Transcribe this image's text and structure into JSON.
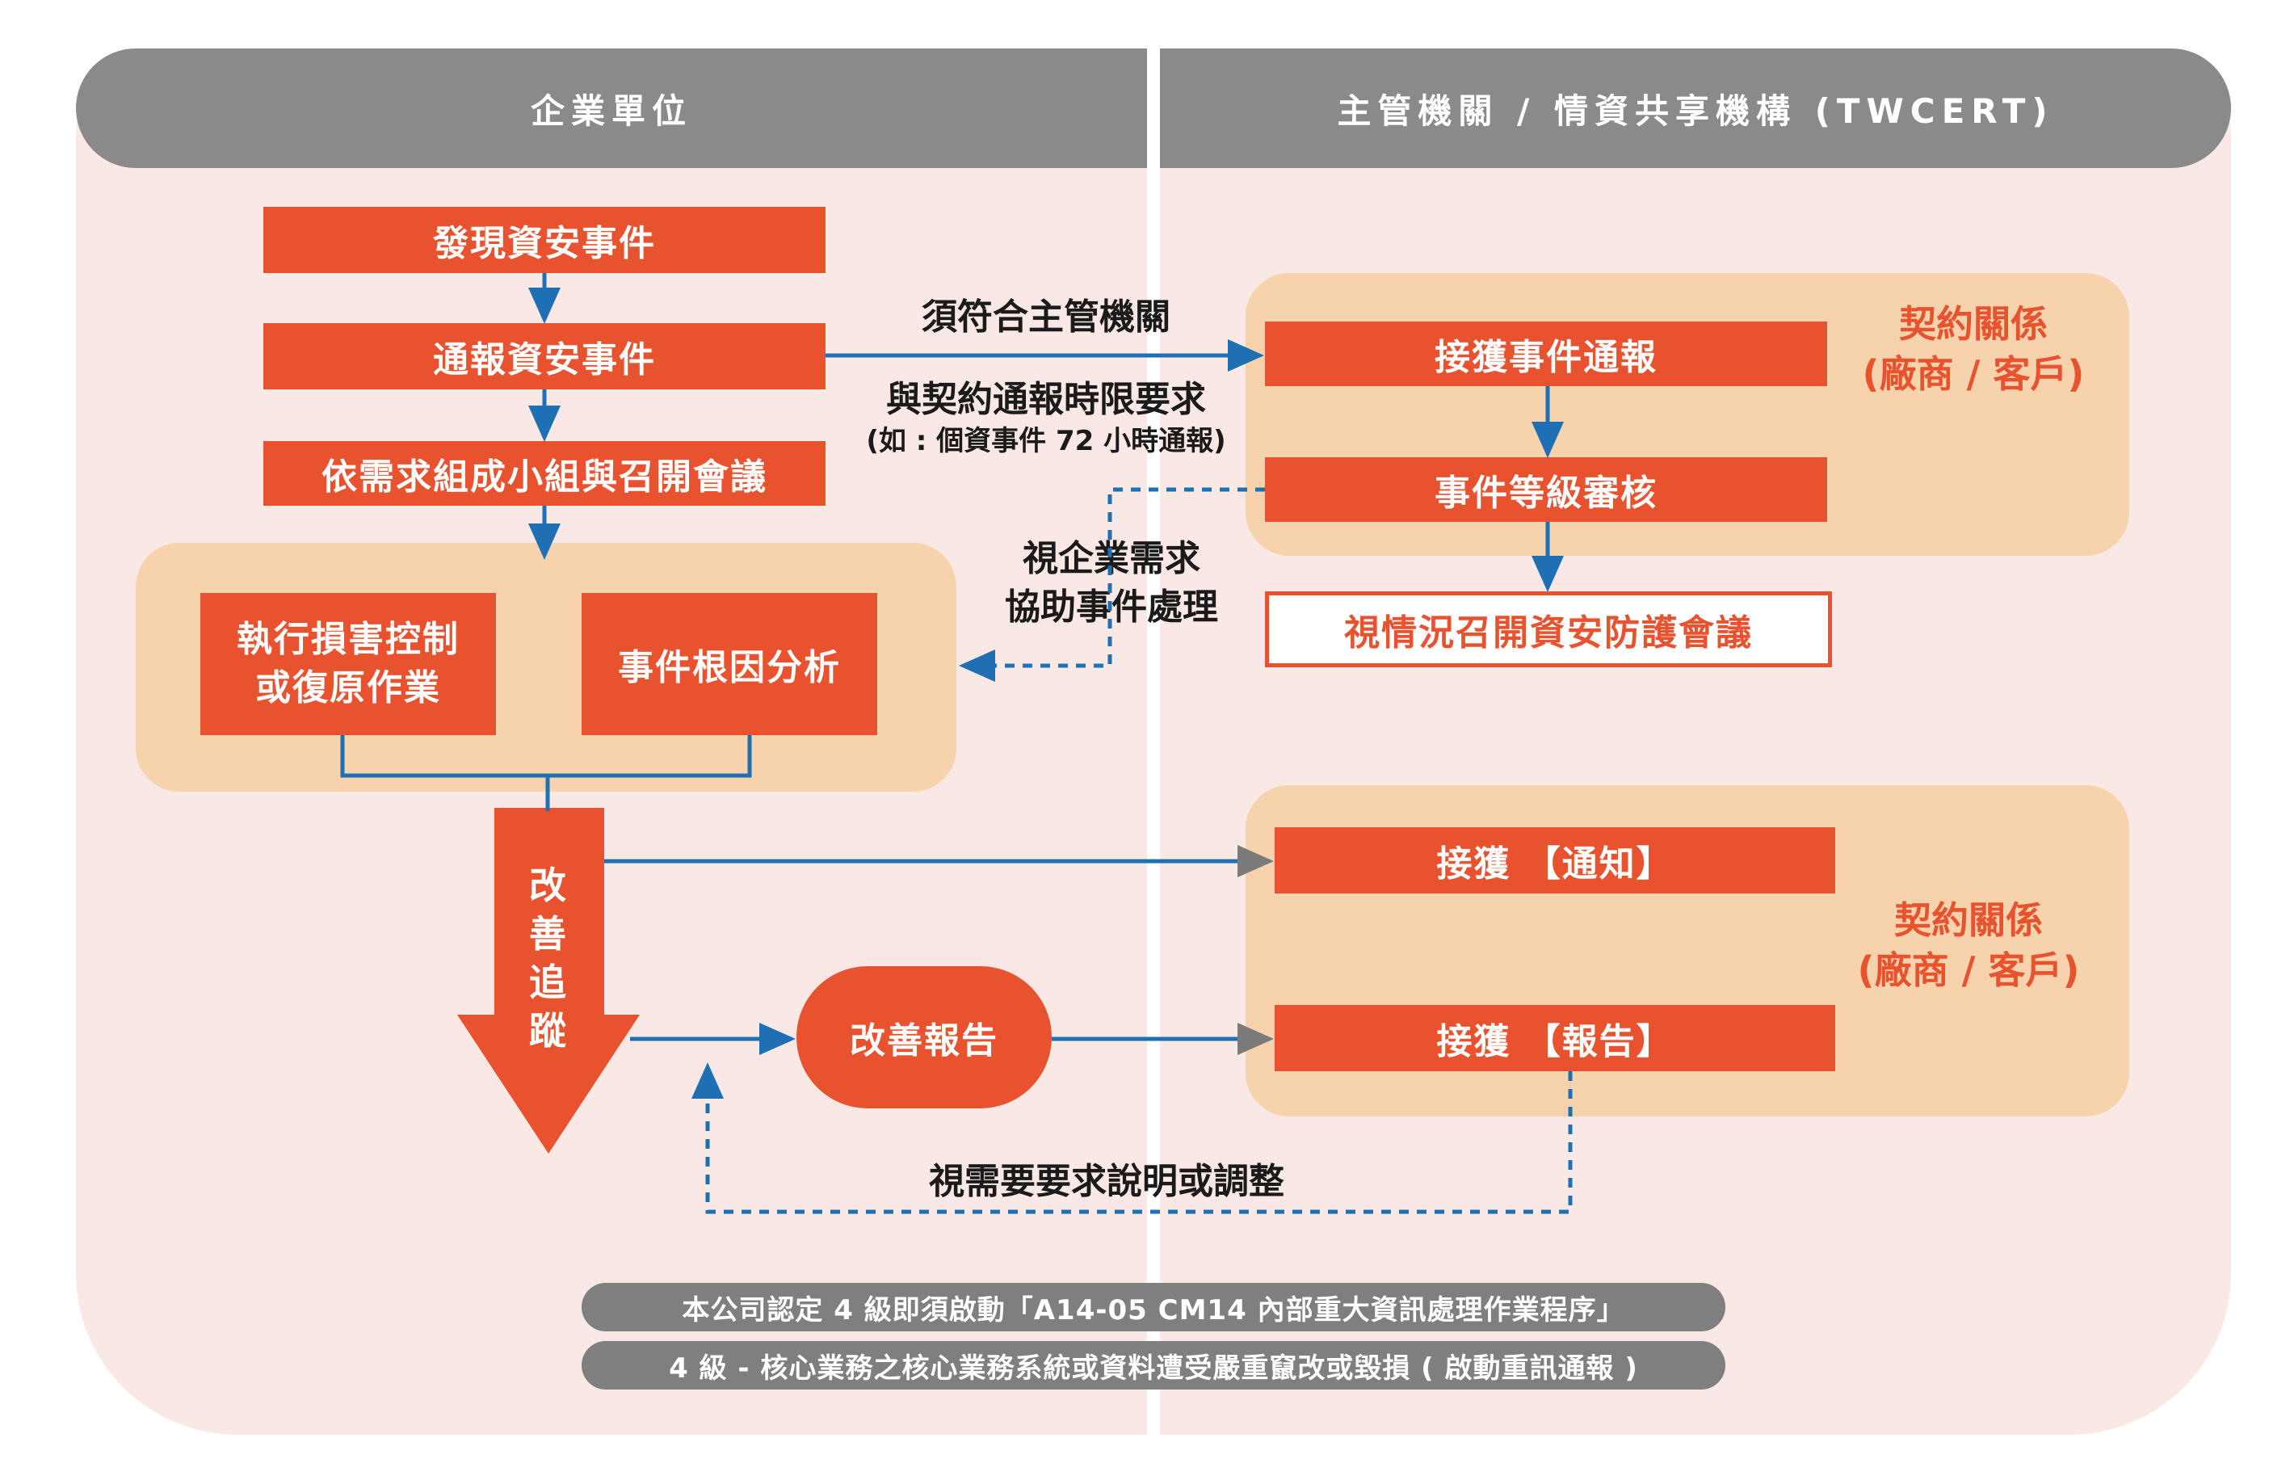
{
  "lanes": {
    "left": "企業單位",
    "right": "主管機關 / 情資共享機構 (TWCERT)"
  },
  "steps": {
    "discover": "發現資安事件",
    "report": "通報資安事件",
    "form_team": "依需求組成小組與召開會議",
    "damage_control": "執行損害控制\n或復原作業",
    "root_cause": "事件根因分析",
    "improve_track": "改善追蹤",
    "improve_report": "改善報告"
  },
  "authority": {
    "receive_notice": "接獲事件通報",
    "level_review": "事件等級審核",
    "security_meeting": "視情況召開資安防護會議",
    "receive_notify": "接獲 【通知】",
    "receive_report": "接獲 【報告】"
  },
  "contract_labels": {
    "top": "契約關係\n(廠商 / 客戶)",
    "bottom": "契約關係\n(廠商 / 客戶)"
  },
  "annotations": {
    "must_comply_line1": "須符合主管機關",
    "must_comply_line2": "與契約通報時限要求",
    "must_comply_note": "(如 : 個資事件 72 小時通報)",
    "assist": "視企業需求\n協助事件處理",
    "explain": "視需要要求說明或調整"
  },
  "notes": [
    "本公司認定 4 級即須啟動「A14-05 CM14 內部重大資訊處理作業程序」",
    "4 級 - 核心業務之核心業務系統或資料遭受嚴重竄改或毀損 ( 啟動重訊通報 )"
  ],
  "colors": {
    "accent": "#e8522f",
    "arrow": "#1f6fb5",
    "group_bg": "#f6d3ac",
    "lane_bg": "#f9e8e3",
    "header_bg": "#8a8a8a"
  }
}
